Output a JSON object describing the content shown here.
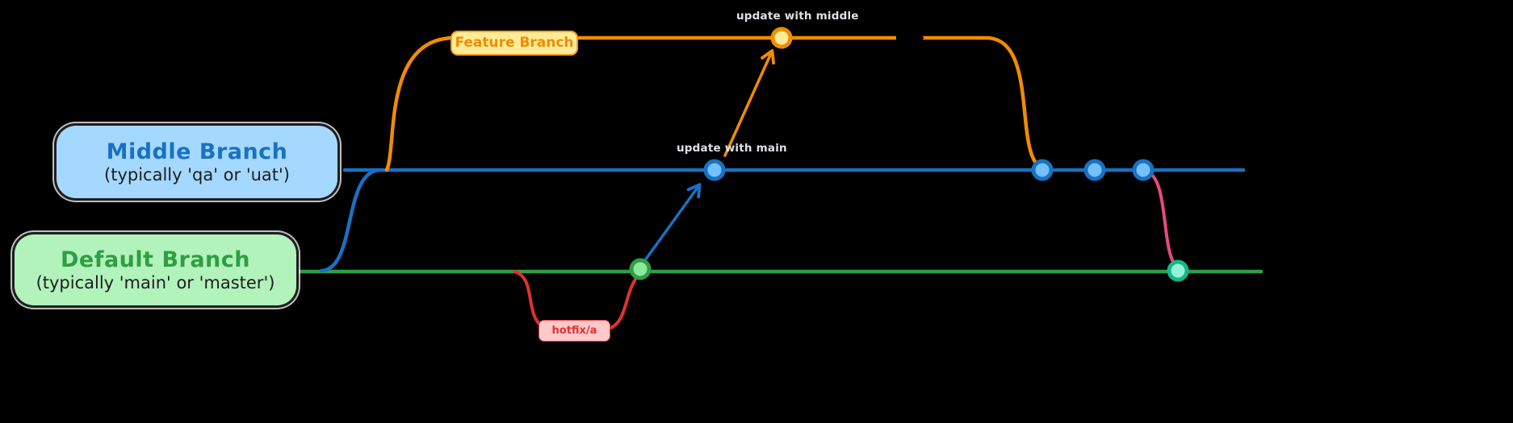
{
  "canvas": {
    "background": "#000000"
  },
  "boxes": {
    "middle": {
      "title": "Middle Branch",
      "subtitle": "(typically 'qa' or 'uat')"
    },
    "default": {
      "title": "Default Branch",
      "subtitle": "(typically 'main' or 'master')"
    }
  },
  "tags": {
    "feature": "Feature Branch",
    "hotfix": "hotfix/a"
  },
  "annotations": {
    "update_with_middle": "update with middle",
    "update_with_main": "update with main"
  },
  "colors": {
    "background": "#000000",
    "ink": "#1e1e1e",
    "note": "#dee2e6",
    "blue": "#1971c2",
    "blue-fill": "#a5d8ff",
    "blue-commit": "#74c0fc",
    "green": "#2f9e44",
    "green-fill": "#b2f2bb",
    "green-commit": "#8ce99a",
    "orange": "#f08c00",
    "orange-fill": "#ffec99",
    "orange-commit": "#ffec99",
    "red": "#e03131",
    "red-fill": "#ffc9c9",
    "pink": "#e64980",
    "teal": "#12b886",
    "teal-commit": "#96f2d7"
  },
  "diagram": {
    "branches": [
      {
        "id": "feature",
        "label": "Feature Branch",
        "color": "#f08c00",
        "commit_count": 1
      },
      {
        "id": "middle",
        "label": "Middle Branch",
        "color": "#1971c2",
        "commit_count": 4
      },
      {
        "id": "default",
        "label": "Default Branch",
        "color": "#2f9e44",
        "commit_count": 2
      },
      {
        "id": "hotfix",
        "label": "hotfix/a",
        "color": "#e03131",
        "commit_count": 0
      }
    ],
    "arrows": [
      {
        "from": "default-commit",
        "to": "middle-commit",
        "label": "update with main",
        "color": "#1971c2"
      },
      {
        "from": "middle-commit",
        "to": "feature-commit",
        "label": "update with middle",
        "color": "#f08c00"
      }
    ]
  }
}
